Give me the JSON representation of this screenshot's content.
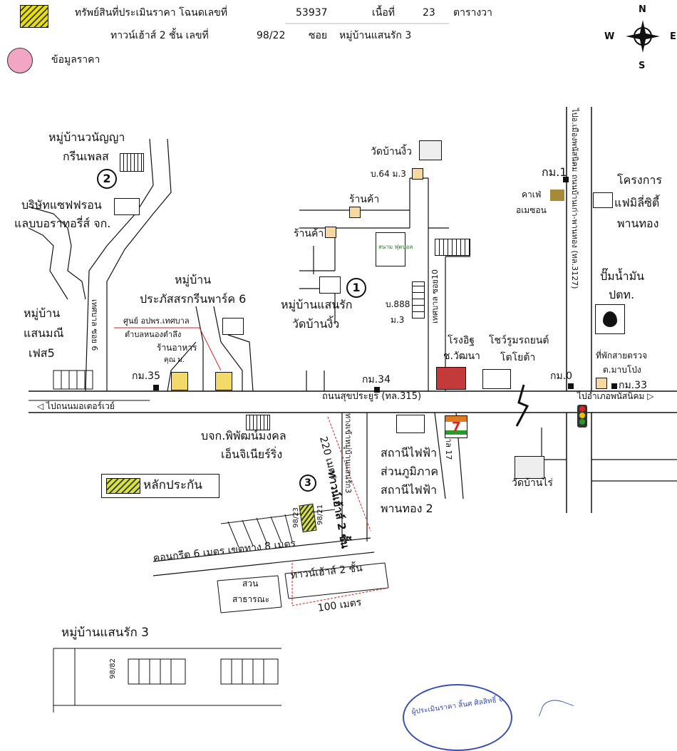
{
  "header": {
    "line1_label": "ทรัพย์สินที่ประเมินราคา โฉนดเลขที่",
    "deed_no": "53937",
    "area_label": "เนื้อที่",
    "area_value": "23",
    "area_unit": "ตารางวา",
    "line2_label": "ทาวน์เฮ้าส์ 2 ชั้น  เลขที่",
    "house_no": "98/22",
    "soi_label": "ซอย",
    "soi_value": "หมู่บ้านแสนรัก 3",
    "price_info_label": "ข้อมูลราคา"
  },
  "compass": {
    "n": "N",
    "s": "S",
    "e": "E",
    "w": "W"
  },
  "legend": {
    "collateral_label": "หลักประกัน"
  },
  "labels": {
    "wanya_l1": "หมู่บ้านวนัญญา",
    "wanya_l2": "กรีนเพลส",
    "num2": "2",
    "safron_l1": "บริษัทแซฟฟรอน",
    "safron_l2": "แลบบอราทอรี่ส์ จก.",
    "wat_ngiw": "วัดบ้านงิ้ว",
    "b64": "บ.64 ม.3",
    "shop1": "ร้านค้า",
    "shop2": "ร้านค้า",
    "sanam": "สนาม ฟุตบอล",
    "km1": "กม.1",
    "cafe_l1": "คาเฟ่",
    "cafe_l2": "อเมซอน",
    "family_l1": "โครงการ",
    "family_l2": "แฟมิลี่ซิตี้",
    "family_l3": "พานทอง",
    "road3127": "ไปอ.เมืองพนัสนิคม ถนนบ้านเก่า-พานทอง (ทล.3127)",
    "pattanaphong_l1": "หมู่บ้าน",
    "pattanaphong_l2": "ประภัสสรกรีนพาร์ค 6",
    "sanrak_l1": "หมู่บ้านแสนรัก",
    "sanrak_l2": "วัดบ้านงิ้ว",
    "num1": "1",
    "b888_l1": "บ.888",
    "b888_l2": "ม.3",
    "soi10": "เทศบาล ซอย10",
    "ptt_l1": "ปั๊มน้ำมัน",
    "ptt_l2": "ปตท.",
    "sanmani_l1": "หมู่บ้าน",
    "sanmani_l2": "แสนมณี",
    "sanmani_l3": "เฟส5",
    "soi6": "เทศบาล ซอย 6",
    "health_center": "ศูนย์ อปพร.เทศบาล",
    "tambon": "ตำบลหนองตำลึง",
    "restaurant": "ร้านอาหาร",
    "khun": "คุณ ม.",
    "km35": "กม.35",
    "km34": "กม.34",
    "school_l1": "โรงอิฐ",
    "school_l2": "ช.วัฒนา",
    "toyota_l1": "โชว์รูมรถยนต์",
    "toyota_l2": "โตโยต้า",
    "km0": "กม.0",
    "checkpoint_l1": "ที่พักสายตรวจ",
    "checkpoint_l2": "ต.มาบโป่ง",
    "km33": "กม.33",
    "main_road": "ถนนสุขประยูร (ทล.315)",
    "to_motorway": "◁ ไปถนนมอเตอร์เวย์",
    "to_panatnikhom": "ไปอำเภอพนัสนิคม ▷",
    "soi_sanrak3": "ทางเข้าหมู่บ้านแสนรัก3",
    "dist220": "220 เมตร",
    "soi17": "เทศบาล 17",
    "bkk_l1": "บจก.พิพัฒน์มงคล",
    "bkk_l2": "เอ็นจิเนียร์ริ่ง",
    "egat_l1": "สถานีไฟฟ้า",
    "egat_l2": "ส่วนภูมิภาค",
    "egat_l3": "สถานีไฟฟ้า",
    "egat_l4": "พานทอง 2",
    "wat_rai": "วัดบ้านไร่",
    "seven": "7",
    "num3": "3",
    "th_vertical": "ทาวน์เฮ้าส์ 2 ชั้น",
    "lot_a": "98/23",
    "lot_b": "98/21",
    "concrete_road": "คอนกรีต 6 เมตร เขตทาง 8 เมตร",
    "th_box": "ทาวน์เฮ้าส์ 2 ชั้น",
    "park_l1": "สวน",
    "park_l2": "สาธารณะ",
    "dist100": "100 เมตร",
    "village3": "หมู่บ้านแสนรัก 3",
    "lot_c": "98/82",
    "stamp": "ผู้ประเมินราคา สิ้นศ ศิลสิทธิ์ จำกัด"
  }
}
